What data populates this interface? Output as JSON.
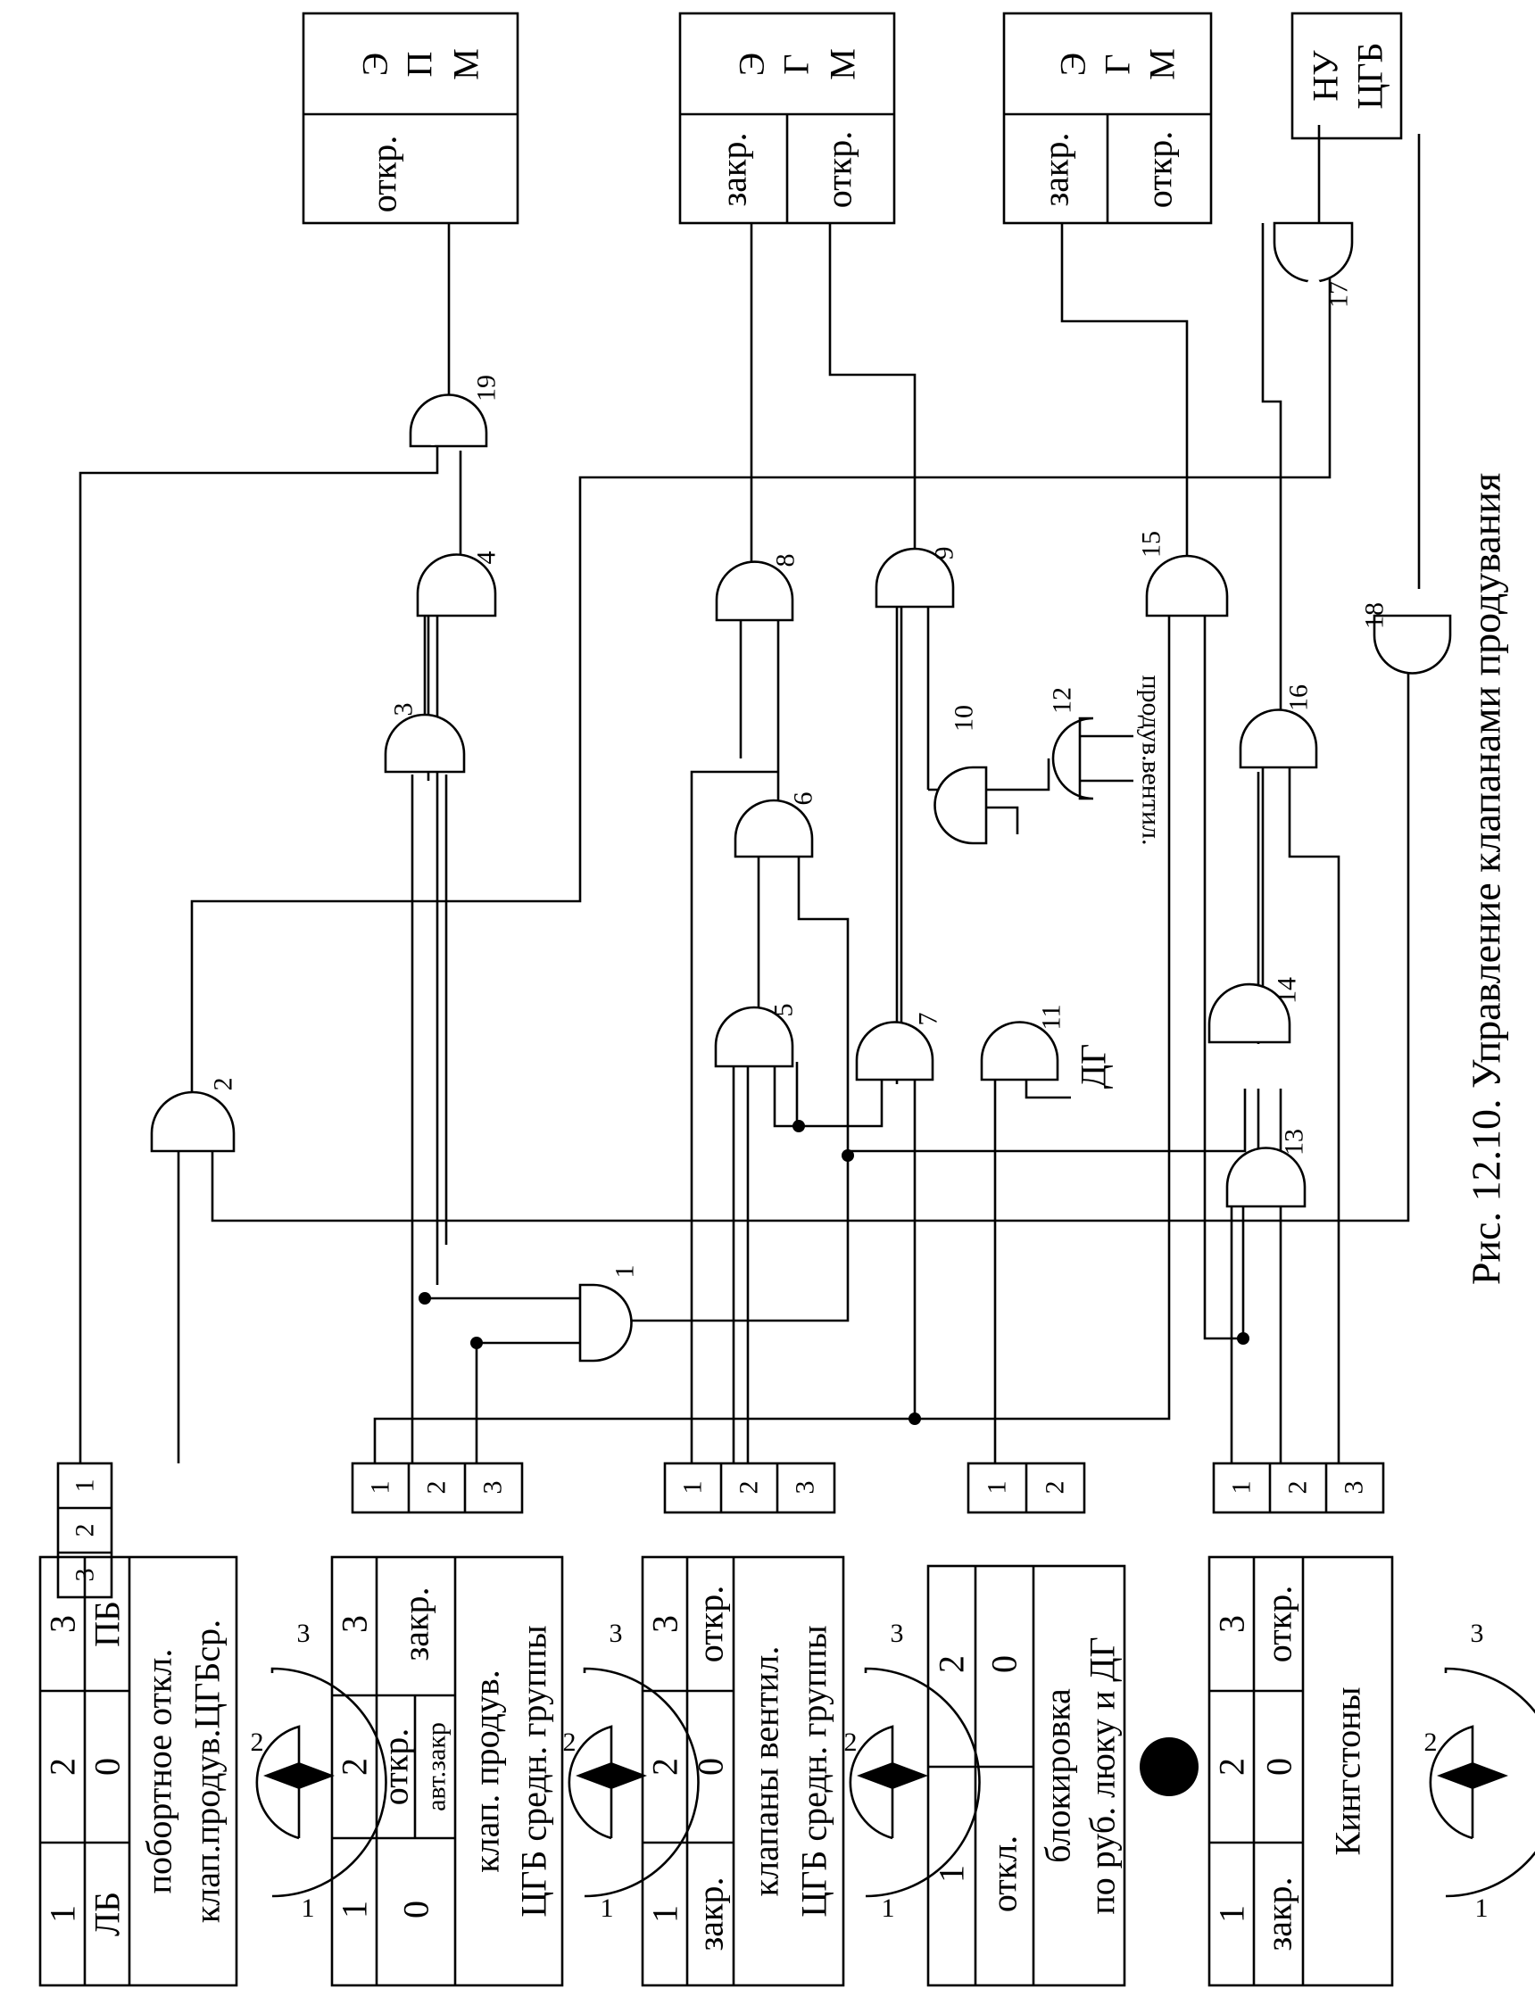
{
  "caption": "Рис. 12.10. Управление клапанами продувания",
  "outputs": {
    "epm1": {
      "letters": [
        "Э",
        "П",
        "М"
      ],
      "cells": [
        "откр."
      ]
    },
    "egm2": {
      "letters": [
        "Э",
        "Г",
        "М"
      ],
      "cells": [
        "закр.",
        "откр."
      ]
    },
    "egm3": {
      "letters": [
        "Э",
        "Г",
        "М"
      ],
      "cells": [
        "закр.",
        "откр."
      ]
    },
    "nu": [
      "НУ",
      "ЦГБ"
    ]
  },
  "gate_numbers": [
    "1",
    "2",
    "3",
    "4",
    "5",
    "6",
    "7",
    "8",
    "9",
    "10",
    "11",
    "12",
    "13",
    "14",
    "15",
    "16",
    "17",
    "18",
    "19"
  ],
  "dg_label": "ДГ",
  "gate12_labels": [
    "продув.",
    "вентил."
  ],
  "connectors": [
    [
      "1",
      "2",
      "3"
    ],
    [
      "1",
      "2",
      "3"
    ],
    [
      "1",
      "2",
      "3"
    ],
    [
      "1",
      "2"
    ],
    [
      "1",
      "2",
      "3"
    ]
  ],
  "switches": [
    {
      "header": [
        "1",
        "2",
        "3"
      ],
      "values": [
        "ЛБ",
        "0",
        "ПБ"
      ],
      "title": [
        "побортное откл.",
        "клап.продув.ЦГБср."
      ]
    },
    {
      "header": [
        "1",
        "2",
        "3"
      ],
      "values": [
        "0",
        "откр.",
        "закр."
      ],
      "sub": "авт.закр",
      "title": [
        "клап. продув.",
        "ЦГБ средн. группы"
      ]
    },
    {
      "header": [
        "1",
        "2",
        "3"
      ],
      "values": [
        "закр.",
        "0",
        "откр."
      ],
      "title": [
        "клапаны вентил.",
        "ЦГБ средн. группы"
      ]
    },
    {
      "header": [
        "1",
        "2"
      ],
      "values": [
        "откл.",
        "0"
      ],
      "title": [
        "блокировка",
        "по руб. люку и ДГ"
      ]
    },
    {
      "header": [
        "1",
        "2",
        "3"
      ],
      "values": [
        "закр.",
        "0",
        "откр."
      ],
      "title": [
        "Кингстоны"
      ]
    }
  ],
  "knob_labels": [
    "1",
    "2",
    "3"
  ]
}
